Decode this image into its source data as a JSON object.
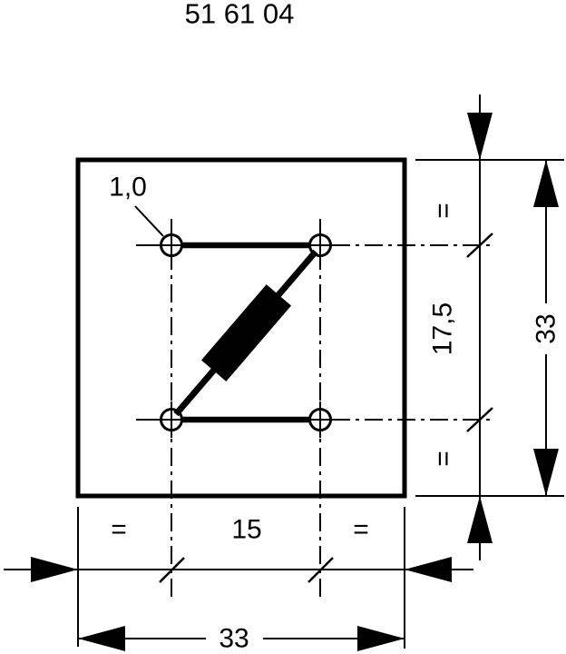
{
  "title": "51 61 04",
  "colors": {
    "ink": "#000000",
    "background": "#ffffff"
  },
  "callouts": {
    "hole_diameter": "1,0"
  },
  "dimensions": {
    "right": {
      "equal_top": "=",
      "hole_pitch_vertical": "17,5",
      "equal_bottom": "=",
      "overall_height": "33"
    },
    "bottom": {
      "equal_left": "=",
      "hole_pitch_horizontal": "15",
      "equal_right": "=",
      "overall_width": "33"
    }
  }
}
